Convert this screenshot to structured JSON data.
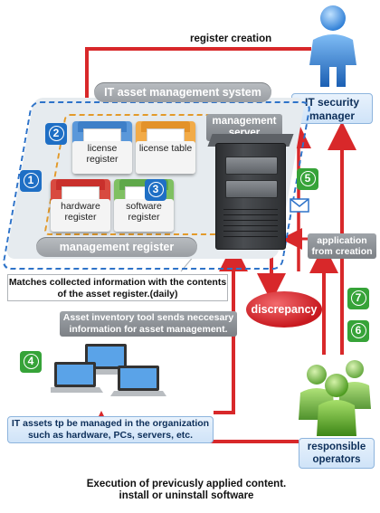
{
  "top_label": "register creation",
  "system_title": "IT asset management system",
  "registers": {
    "license": "license register",
    "license_table": "license table",
    "hardware": "hardware register",
    "software": "software register",
    "management": "management register"
  },
  "server_label": "management server",
  "security_manager": "IT security manager",
  "application_label": "application from creation",
  "discrepancy": "discrepancy",
  "matches_note": "Matches collected information with the contents of the asset register.(daily)",
  "inventory_note": "Asset inventory tool sends neccesary information for asset management.",
  "it_assets_note": "IT assets tp be managed in the organization such as hardware, PCs, servers, etc.",
  "responsible_operators": "responsible operators",
  "bottom_note": "Execution of previcusly applied content. install or uninstall software",
  "badges": [
    "1",
    "2",
    "3",
    "4",
    "5",
    "6",
    "7"
  ],
  "colors": {
    "arrow": "#d8282a",
    "badge_blue": "#1f6fc5",
    "badge_green": "#36a338",
    "discrepancy": "#d32a2f"
  }
}
